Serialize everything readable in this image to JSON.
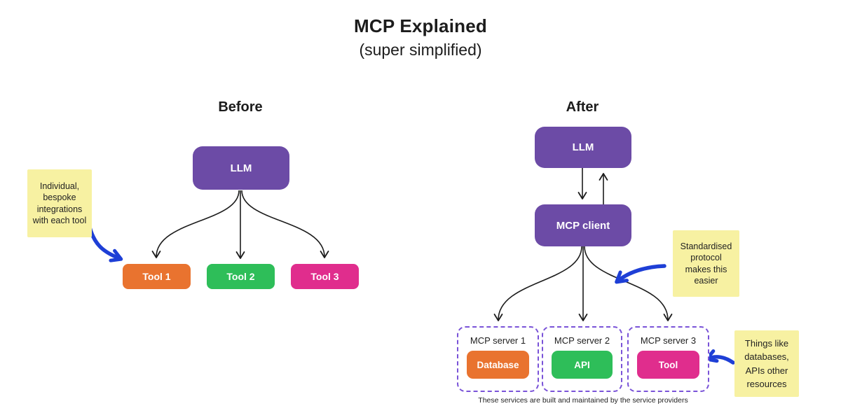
{
  "title": {
    "main": "MCP Explained",
    "subtitle": "(super simplified)"
  },
  "colors": {
    "box_purple": "#6C4BA6",
    "orange": "#E9732F",
    "green": "#2EBE59",
    "pink": "#E02D8D",
    "note_yellow": "#F7F1A2",
    "dashed_border_purple": "#7A53D8",
    "annotation_blue": "#1E3FD6",
    "connector_dark": "#1C1C1C"
  },
  "before": {
    "heading": "Before",
    "llm_label": "LLM",
    "note_text": "Individual,\nbespoke\nintegrations\nwith each tool",
    "tools": [
      {
        "label": "Tool 1",
        "color": "#E9732F"
      },
      {
        "label": "Tool 2",
        "color": "#2EBE59"
      },
      {
        "label": "Tool 3",
        "color": "#E02D8D"
      }
    ]
  },
  "after": {
    "heading": "After",
    "llm_label": "LLM",
    "client_label": "MCP client",
    "note_protocol_text": "Standardised\nprotocol\nmakes this\neasier",
    "note_resources_text": "Things like\ndatabases,\nAPIs other\nresources",
    "servers": [
      {
        "label": "MCP server 1",
        "service": "Database",
        "color": "#E9732F"
      },
      {
        "label": "MCP server 2",
        "service": "API",
        "color": "#2EBE59"
      },
      {
        "label": "MCP server 3",
        "service": "Tool",
        "color": "#E02D8D"
      }
    ],
    "caption": "These services are built and maintained by the service providers"
  }
}
